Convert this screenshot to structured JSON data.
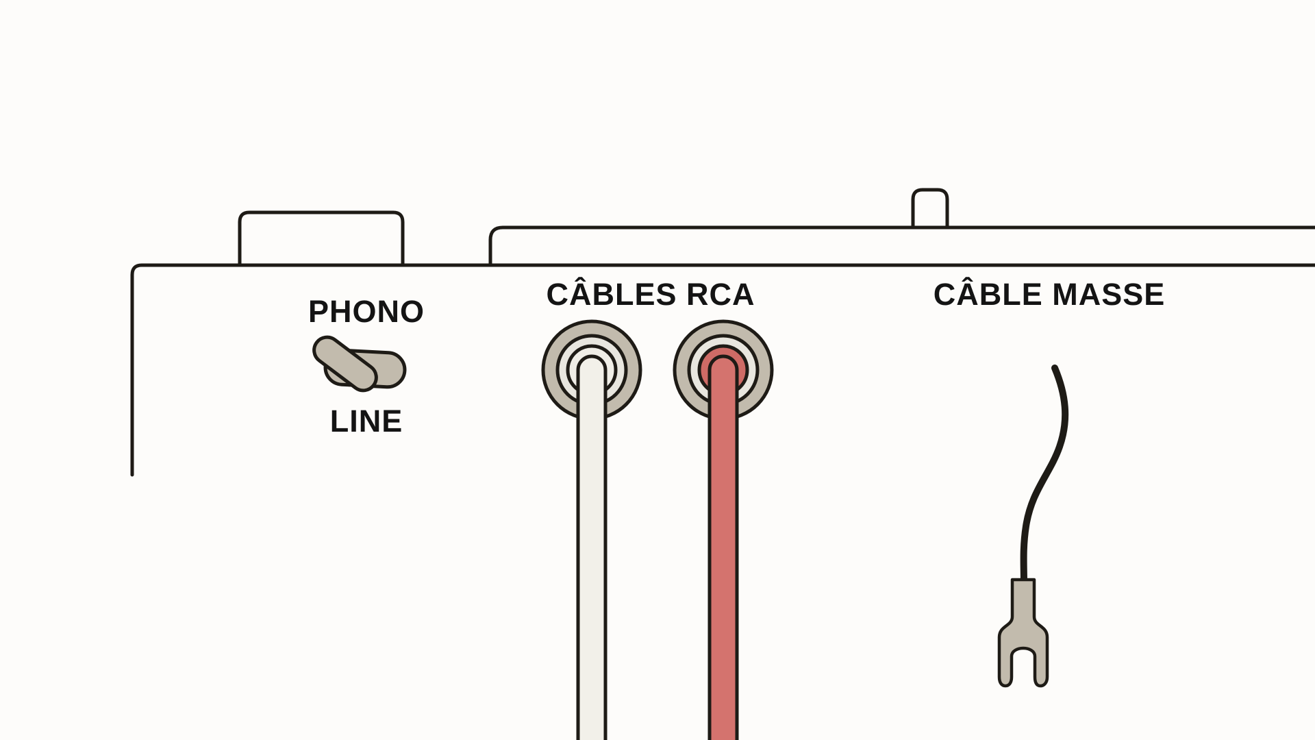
{
  "diagram": {
    "description": "Rear-panel hookup illustration of a turntable: phono/line switch, RCA cables and ground cable",
    "switch_section": {
      "top_label": "PHONO",
      "bottom_label": "LINE",
      "selected": "LINE"
    },
    "rca_section": {
      "label": "CÂBLES RCA",
      "plugs": [
        {
          "name": "left-rca-plug",
          "color_name": "white"
        },
        {
          "name": "right-rca-plug",
          "color_name": "red"
        }
      ]
    },
    "ground_section": {
      "label": "CÂBLE MASSE",
      "connector": "spade-fork"
    }
  },
  "colors": {
    "background": "#fdfcfa",
    "outline": "#1e1b16",
    "metal_tan": "#c2bbad",
    "ring_light": "#e8e6df",
    "plug_cream": "#f0eee7",
    "cable_white": "#f2f0e9",
    "jack_red": "#ce6b66",
    "cable_red": "#d4736e",
    "text": "#141414"
  }
}
